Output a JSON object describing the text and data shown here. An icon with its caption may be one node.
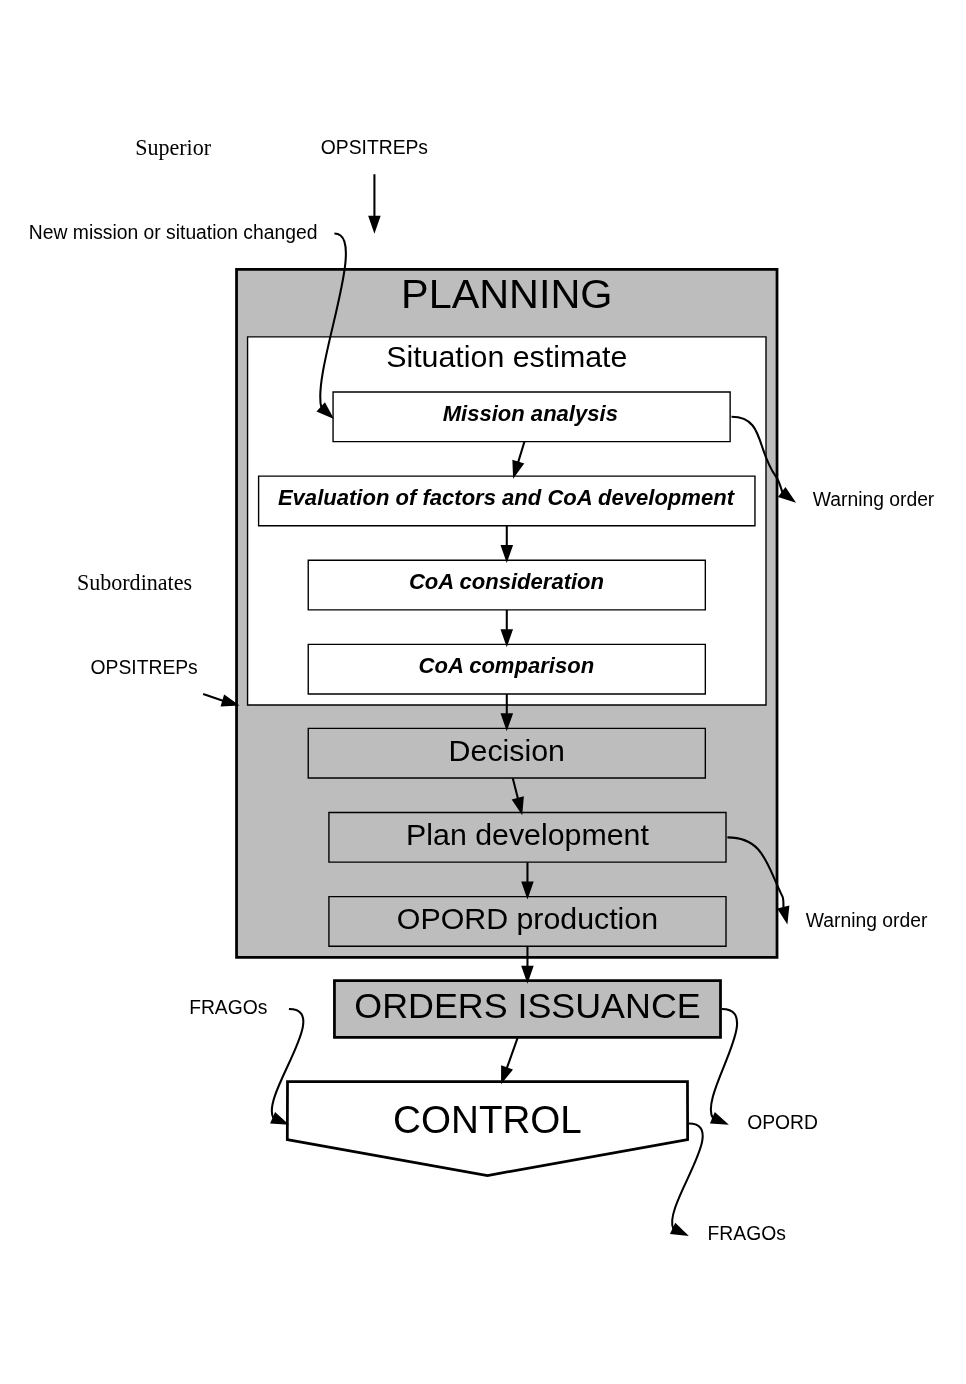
{
  "diagram": {
    "nodes": [
      {
        "text": [
          "PLANNING"
        ]
      },
      {
        "text": [
          "Situation estimate"
        ],
        "in": 0
      },
      {
        "text": [
          "Mission analysis"
        ],
        "in": 1
      },
      {
        "text": [
          "Evaluation of factors and CoA development"
        ],
        "in": 1
      },
      {
        "text": [
          "CoA consideration"
        ],
        "in": 1
      },
      {
        "text": [
          "CoA comparison"
        ],
        "in": 1
      },
      {
        "text": [
          "Decision"
        ],
        "in": 0
      },
      {
        "text": [
          "Plan development"
        ],
        "in": 0
      },
      {
        "text": [
          "OPORD production"
        ],
        "in": 0
      },
      {
        "text": [
          "ORDERS ISSUANCE"
        ]
      },
      {
        "text": [
          "CONTROL"
        ]
      },
      {
        "text": [
          "New mission or situation changed"
        ]
      },
      {
        "text": [
          "Warning order"
        ]
      },
      {
        "text": [
          "Warning order"
        ]
      },
      {
        "text": [
          "OPORD"
        ]
      },
      {
        "text": [
          "FRAGOs"
        ]
      },
      {
        "text": [
          "OPSITREPs"
        ]
      },
      {
        "text": [
          "FRAGOs"
        ]
      },
      {
        "text": [
          "OPSITREPs"
        ]
      }
    ],
    "edges": [
      {
        "from": 2,
        "to": 3,
        "arrow": "to"
      },
      {
        "from": 3,
        "to": 4,
        "arrow": "to"
      },
      {
        "from": 4,
        "to": 5,
        "arrow": "to"
      },
      {
        "from": 5,
        "to": 6,
        "arrow": "to"
      },
      {
        "from": 6,
        "to": 7,
        "arrow": "to"
      },
      {
        "from": 7,
        "to": 8,
        "arrow": "to"
      },
      {
        "from": 8,
        "to": 9,
        "arrow": "to"
      },
      {
        "from": 9,
        "to": 10,
        "arrow": "to"
      },
      {
        "from": 11,
        "to": 2,
        "arrow": "to"
      },
      {
        "from": 2,
        "to": 12,
        "arrow": "to"
      },
      {
        "from": 7,
        "to": 13,
        "arrow": "to"
      },
      {
        "from": 9,
        "to": 14,
        "arrow": "to"
      },
      {
        "from": 10,
        "to": 15,
        "arrow": "to"
      },
      {
        "from": 16,
        "to": 0,
        "arrow": "to"
      },
      {
        "from": 17,
        "to": 10,
        "arrow": "to"
      },
      {
        "from": 18,
        "to": null,
        "arrow": "to"
      }
    ],
    "labels": [
      "Superior",
      "Subordinates"
    ]
  }
}
